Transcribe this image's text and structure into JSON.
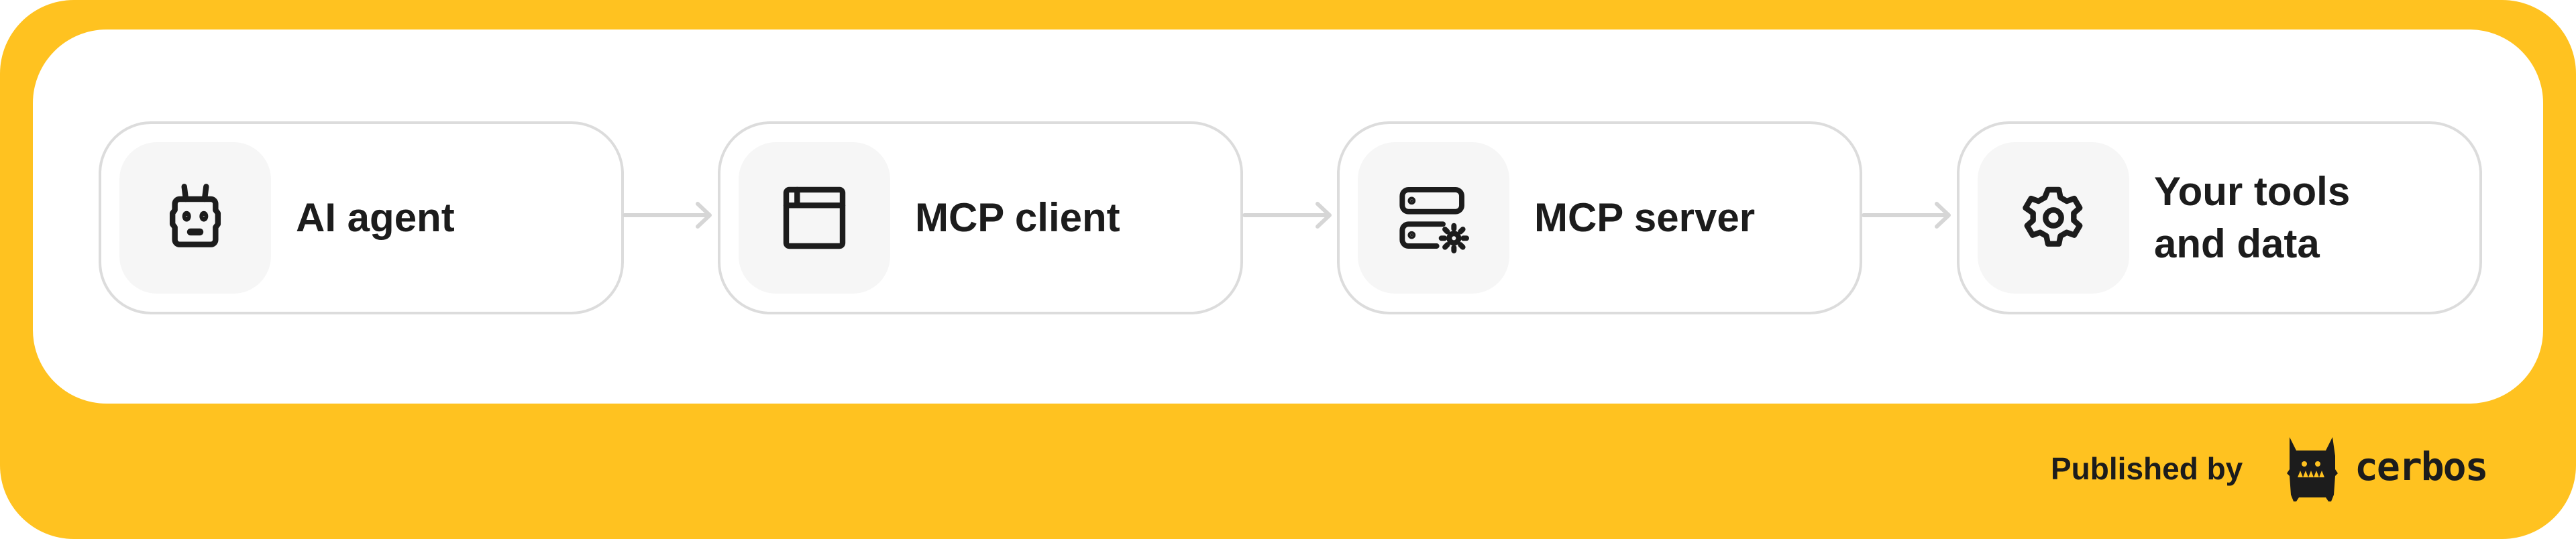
{
  "colors": {
    "frame": "#FFC220",
    "card_border": "#dcdcdc",
    "icon_bg": "#f6f6f6",
    "arrow": "#d6d6d6",
    "text": "#1c1c1c"
  },
  "flow": [
    {
      "label": "AI agent",
      "icon": "robot-icon"
    },
    {
      "label": "MCP client",
      "icon": "browser-window-icon"
    },
    {
      "label": "MCP server",
      "icon": "server-gear-icon"
    },
    {
      "label": "Your tools and data",
      "icon": "gear-icon"
    }
  ],
  "footer": {
    "published_by": "Published by",
    "brand": "cerbos",
    "logo": "cerbos-monster-logo"
  }
}
